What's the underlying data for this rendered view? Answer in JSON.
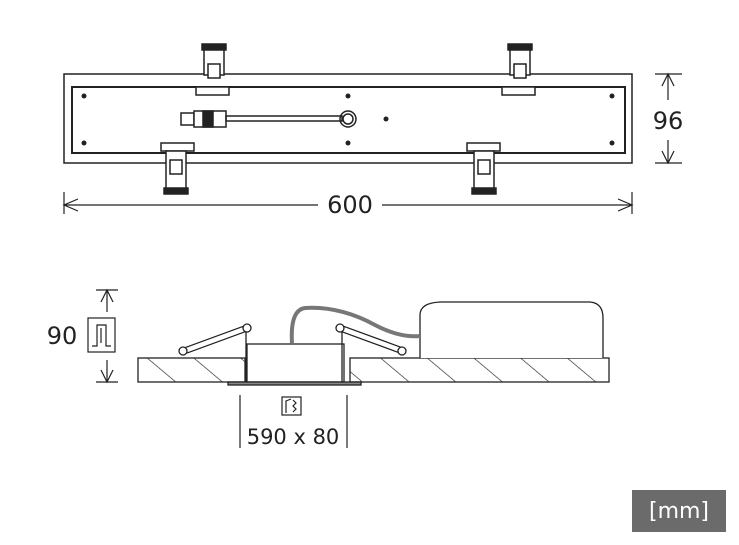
{
  "top_view": {
    "length_label": "600",
    "width_label": "96"
  },
  "side_view": {
    "height_label": "90",
    "cutout_label": "590 x 80"
  },
  "unit_label": "[mm]",
  "colors": {
    "line": "#222222",
    "cable": "#777777",
    "badge": "#6b6b6b"
  }
}
